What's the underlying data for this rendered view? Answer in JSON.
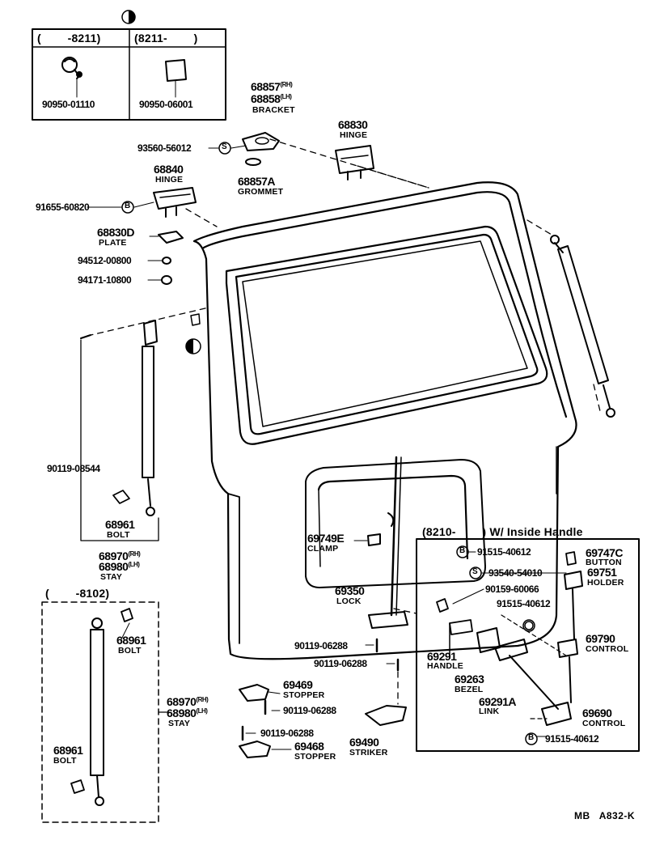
{
  "symbols": {
    "half_circle": "half-filled-circle-icon",
    "screw_mark": "S",
    "bolt_mark": "B"
  },
  "inset_top": {
    "left_range": "(        -8211)",
    "right_range": "(8211-        )",
    "left_part": "90950-01110",
    "right_part": "90950-06001"
  },
  "labels": {
    "p68857": "68857",
    "p68857_side": "(RH)",
    "p68858": "68858",
    "p68858_side": "(LH)",
    "bracket": "BRACKET",
    "p93560": "93560-56012",
    "p68857a": "68857A",
    "grommet": "GROMMET",
    "p68830": "68830",
    "hinge_r": "HINGE",
    "p68840": "68840",
    "hinge_l": "HINGE",
    "p91655": "91655-60820",
    "p68830d": "68830D",
    "plate": "PLATE",
    "p94512": "94512-00800",
    "p94171": "94171-10800",
    "p90119_08544": "90119-08544",
    "p68961_a": "68961",
    "bolt_a": "BOLT",
    "p68970_a": "68970",
    "p68970_a_side": "(RH)",
    "p68980_a": "68980",
    "p68980_a_side": "(LH)",
    "stay_a": "STAY",
    "range_8102": "(        -8102)",
    "p68961_b": "68961",
    "bolt_b": "BOLT",
    "p68970_b": "68970",
    "p68970_b_side": "(RH)",
    "p68980_b": "68980",
    "p68980_b_side": "(LH)",
    "stay_b": "STAY",
    "p68961_c": "68961",
    "bolt_c": "BOLT",
    "p69749e": "69749E",
    "clamp": "CLAMP",
    "p69350": "69350",
    "lock": "LOCK",
    "p90119_06288_a": "90119-06288",
    "p90119_06288_b": "90119-06288",
    "p69469": "69469",
    "stopper_a": "STOPPER",
    "p90119_06288_c": "90119-06288",
    "p90119_06288_d": "90119-06288",
    "p69468": "69468",
    "stopper_b": "STOPPER",
    "p69490": "69490",
    "striker": "STRIKER"
  },
  "inside_handle": {
    "header": "(8210-        ) W/ Inside Handle",
    "p91515_a": "91515-40612",
    "p69747c": "69747C",
    "button": "BUTTON",
    "p93540": "93540-54010",
    "p69751": "69751",
    "holder": "HOLDER",
    "p90159": "90159-60066",
    "p91515_b": "91515-40612",
    "p69291": "69291",
    "handle": "HANDLE",
    "p69263": "69263",
    "bezel": "BEZEL",
    "p69790": "69790",
    "control": "CONTROL",
    "p69291a": "69291A",
    "link": "LINK",
    "p69690": "69690",
    "control2": "CONTROL",
    "p91515_c": "91515-40612"
  },
  "caption": "MB   A832-K"
}
